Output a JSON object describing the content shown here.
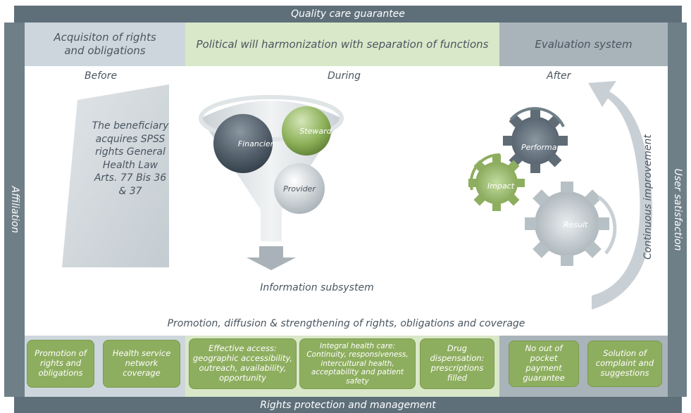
{
  "top_band": "Quality care guarantee",
  "bottom_band": "Rights protection and management",
  "left_side": "Affiliation",
  "right_side": "User satisfaction",
  "headers": {
    "left": "Acquisiton of rights and obligations",
    "middle": "Political will harmonization with separation of functions",
    "right": "Evaluation system"
  },
  "phases": {
    "before": "Before",
    "during": "During",
    "after": "After"
  },
  "before_text": "The beneficiary acquires SPSS rights General Health Law Arts. 77 Bis 36 & 37",
  "funnel": {
    "financier": "Financier",
    "steward": "Steward",
    "provider": "Provider",
    "output": "Information subsystem"
  },
  "gears": {
    "performance": "Performance",
    "impact": "Impact",
    "result": "Result"
  },
  "continuous_improvement": "Continuous improvement",
  "promotion_label": "Promotion, diffusion & strengthening of rights, obligations and coverage",
  "bottom_boxes": {
    "promotion": "Promotion of rights and obligations",
    "network": "Health service network coverage",
    "access": "Effective access: geographic accessibility, outreach, availability, opportunity",
    "integral": "Integral health care: Continuity, responsiveness, intercultural health, acceptability and patient safety",
    "drug": "Drug dispensation: prescriptions filled",
    "no_pocket": "No out of pocket payment guarantee",
    "complaint": "Solution of complaint and suggestions"
  },
  "colors": {
    "band": "#5e6f7a",
    "light_gray": "#cdd6dc",
    "light_green": "#d9e8c9",
    "mid_gray": "#a9b3ba",
    "pill_green": "#8eae5f"
  }
}
